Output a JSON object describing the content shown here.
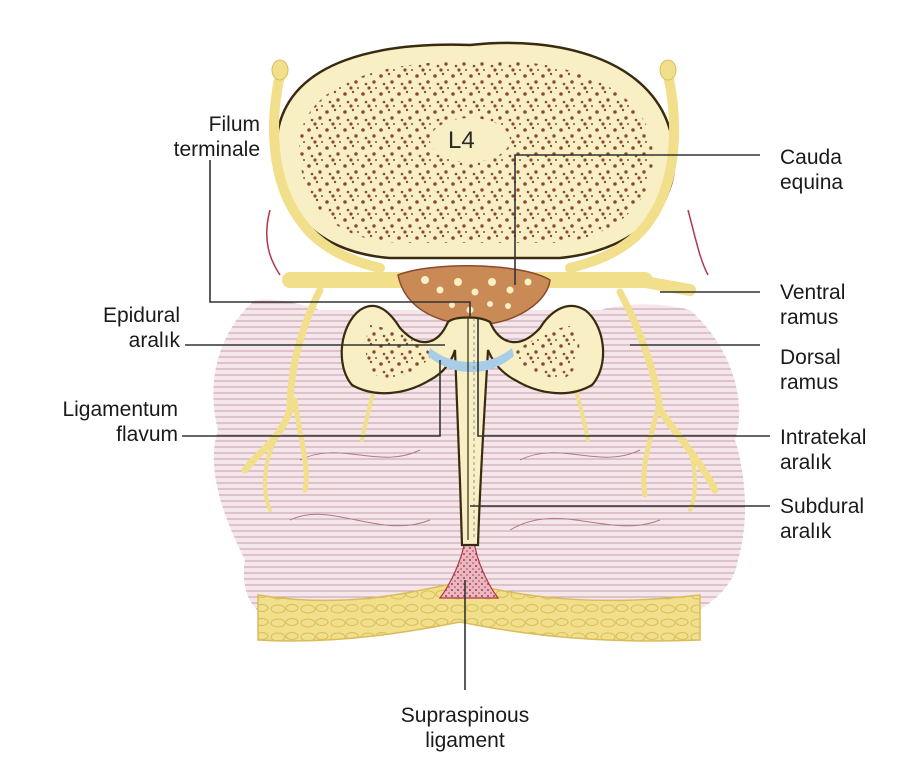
{
  "vertebra_label": "L4",
  "labels": {
    "filum_terminale": [
      "Filum",
      "terminale"
    ],
    "cauda_equina": [
      "Cauda",
      "equina"
    ],
    "ventral_ramus": [
      "Ventral",
      "ramus"
    ],
    "epidural": [
      "Epidural",
      "aralık"
    ],
    "dorsal_ramus": [
      "Dorsal",
      "ramus"
    ],
    "ligamentum_flavum": [
      "Ligamentum",
      "flavum"
    ],
    "intratekal": [
      "Intratekal",
      "aralık"
    ],
    "subdural": [
      "Subdural",
      "aralık"
    ],
    "supraspinous": [
      "Supraspinous",
      "ligament"
    ]
  },
  "colors": {
    "bone_fill": "#f8efc4",
    "bone_outline": "#3a2a10",
    "bone_speckle": "#8a4a2e",
    "nerve": "#f1df8c",
    "nerve_edge": "#d9bd5a",
    "dura_sac": "#c98a55",
    "muscle_line": "#b07a88",
    "muscle_bg": "#f4e6ea",
    "epidural_blue": "#a8cde6",
    "ligament_red": "#b0384a",
    "leader": "#333333"
  }
}
